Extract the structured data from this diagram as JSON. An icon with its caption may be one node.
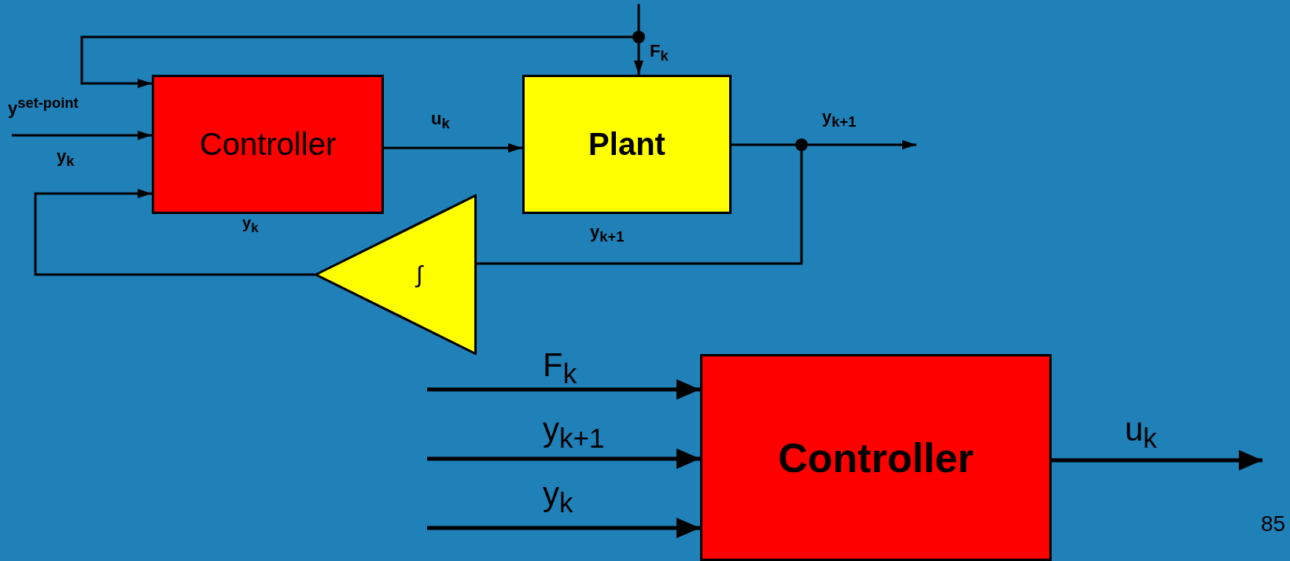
{
  "diagram": {
    "nodes": [
      {
        "text": [
          "Controller"
        ]
      },
      {
        "text": [
          "Plant"
        ]
      },
      {
        "text": [
          "∫"
        ]
      },
      {
        "text": [
          "Controller"
        ]
      },
      {
        "text": [],
        "shape": "circle"
      },
      {
        "text": [],
        "shape": "circle"
      }
    ],
    "edges": [
      {
        "from": null,
        "to": 4,
        "arrow": "none"
      },
      {
        "from": 4,
        "to": 1,
        "arrow": "to",
        "label": "F$_{k}$"
      },
      {
        "from": 4,
        "to": 0,
        "arrow": "to"
      },
      {
        "from": null,
        "to": 0,
        "arrow": "to",
        "label": "y$^{set-point}$"
      },
      {
        "from": 2,
        "to": 0,
        "arrow": "to",
        "label": "y$_{k}$"
      },
      {
        "from": 0,
        "to": 1,
        "arrow": "to",
        "label": "u$_{k}$"
      },
      {
        "from": 1,
        "to": 5,
        "arrow": "none"
      },
      {
        "from": 5,
        "to": null,
        "arrow": "to",
        "label": "y$_{k+1}$"
      },
      {
        "from": 5,
        "to": 2,
        "arrow": "none",
        "label": "y$_{k+1}$"
      },
      {
        "from": null,
        "to": 3,
        "arrow": "to",
        "label": "F$_{k}$"
      },
      {
        "from": null,
        "to": 3,
        "arrow": "to",
        "label": "y$_{k+1}$"
      },
      {
        "from": null,
        "to": 3,
        "arrow": "to",
        "label": "y$_{k}$"
      },
      {
        "from": 3,
        "to": null,
        "arrow": "to",
        "label": "u$_{k}$"
      }
    ],
    "labels": [
      "y$_{k}$",
      "85"
    ]
  }
}
